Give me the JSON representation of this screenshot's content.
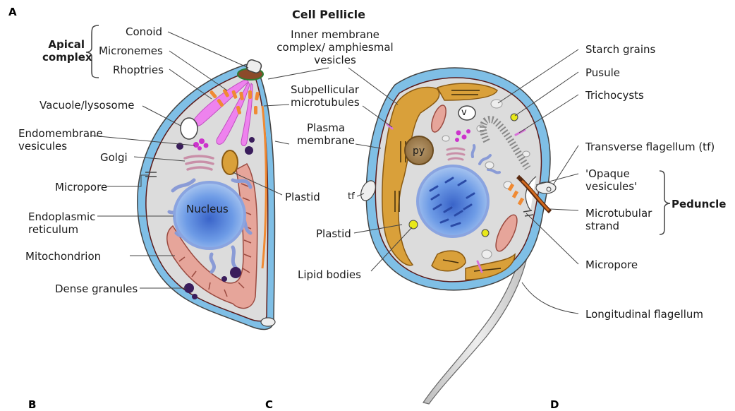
{
  "panel_letter": "A",
  "title": "Cell Pellicle",
  "left_cell": {
    "group": "Apical complex",
    "labels": {
      "conoid": "Conoid",
      "micronemes": "Micronemes",
      "rhoptries": "Rhoptries",
      "vacuole": "Vacuole/lysosome",
      "endomembrane": "Endomembrane vesicules",
      "golgi": "Golgi",
      "micropore": "Micropore",
      "er": "Endoplasmic reticulum",
      "mitochondrion": "Mitochondrion",
      "dense_granules": "Dense granules",
      "nucleus": "Nucleus",
      "plastid": "Plastid"
    }
  },
  "middle_labels": {
    "inner_membrane": "Inner membrane complex/ amphiesmal vesicles",
    "subpellicular": "Subpellicular microtubules",
    "plasma_membrane": "Plasma membrane"
  },
  "right_cell": {
    "inner": {
      "v": "v",
      "py": "py",
      "tf": "tf"
    },
    "labels": {
      "plastid": "Plastid",
      "lipid_bodies": "Lipid bodies",
      "starch": "Starch grains",
      "pusule": "Pusule",
      "trichocysts": "Trichocysts",
      "transverse": "Transverse flagellum (tf)",
      "opaque": "'Opaque vesicules'",
      "microtubular": "Microtubular strand",
      "micropore": "Micropore",
      "longitudinal": "Longitudinal flagellum"
    },
    "group": "Peduncle"
  },
  "footer": {
    "b": "B",
    "c": "C",
    "d": "D"
  },
  "colors": {
    "pellicle_blue": "#7fbfe6",
    "cytoplasm": "#dcdcdc",
    "nucleus": "#5b8ede",
    "mitochondrion": "#e6a59a",
    "plastid": "#d9a03a",
    "rhoptry": "#ee82ee",
    "microneme": "#f08a33",
    "er": "#9fb0e0",
    "golgi": "#c98fa8",
    "dense": "#3a1d5c",
    "lipid": "#e8e81a",
    "outline": "#5a1a1a"
  }
}
